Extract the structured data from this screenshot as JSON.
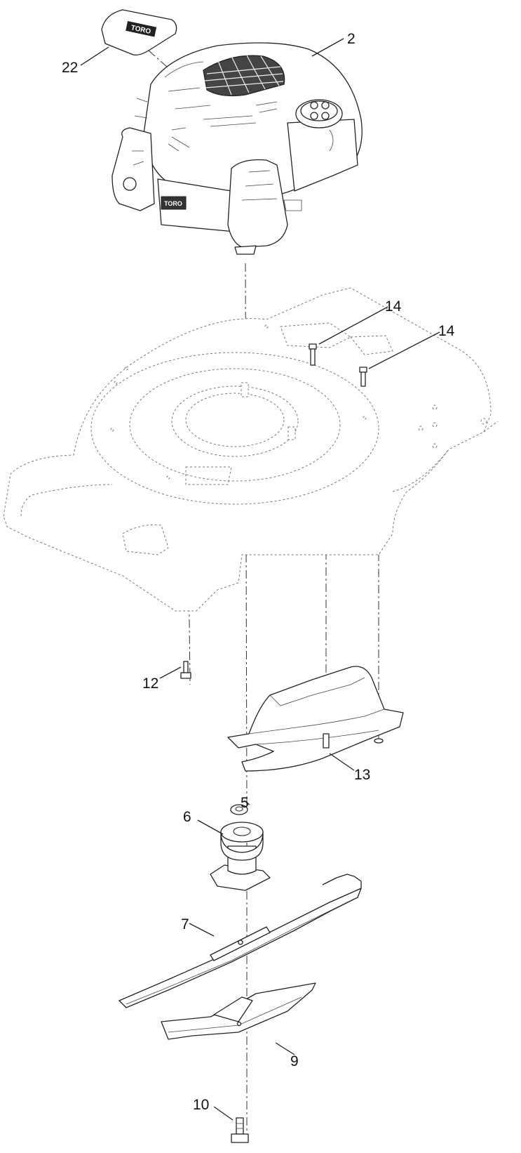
{
  "diagram": {
    "type": "exploded-parts-view",
    "callouts": [
      {
        "id": "22",
        "label": "22",
        "part": "decal"
      },
      {
        "id": "2",
        "label": "2",
        "part": "engine"
      },
      {
        "id": "14a",
        "label": "14",
        "part": "bolt"
      },
      {
        "id": "14b",
        "label": "14",
        "part": "bolt"
      },
      {
        "id": "12",
        "label": "12",
        "part": "bolt"
      },
      {
        "id": "13",
        "label": "13",
        "part": "baffle"
      },
      {
        "id": "5",
        "label": "5",
        "part": "washer"
      },
      {
        "id": "6",
        "label": "6",
        "part": "blade-adapter"
      },
      {
        "id": "7",
        "label": "7",
        "part": "blade"
      },
      {
        "id": "9",
        "label": "9",
        "part": "blade-stiffener"
      },
      {
        "id": "10",
        "label": "10",
        "part": "blade-bolt"
      }
    ],
    "decal_text": "TORO",
    "engine_label_text": "TORO"
  }
}
